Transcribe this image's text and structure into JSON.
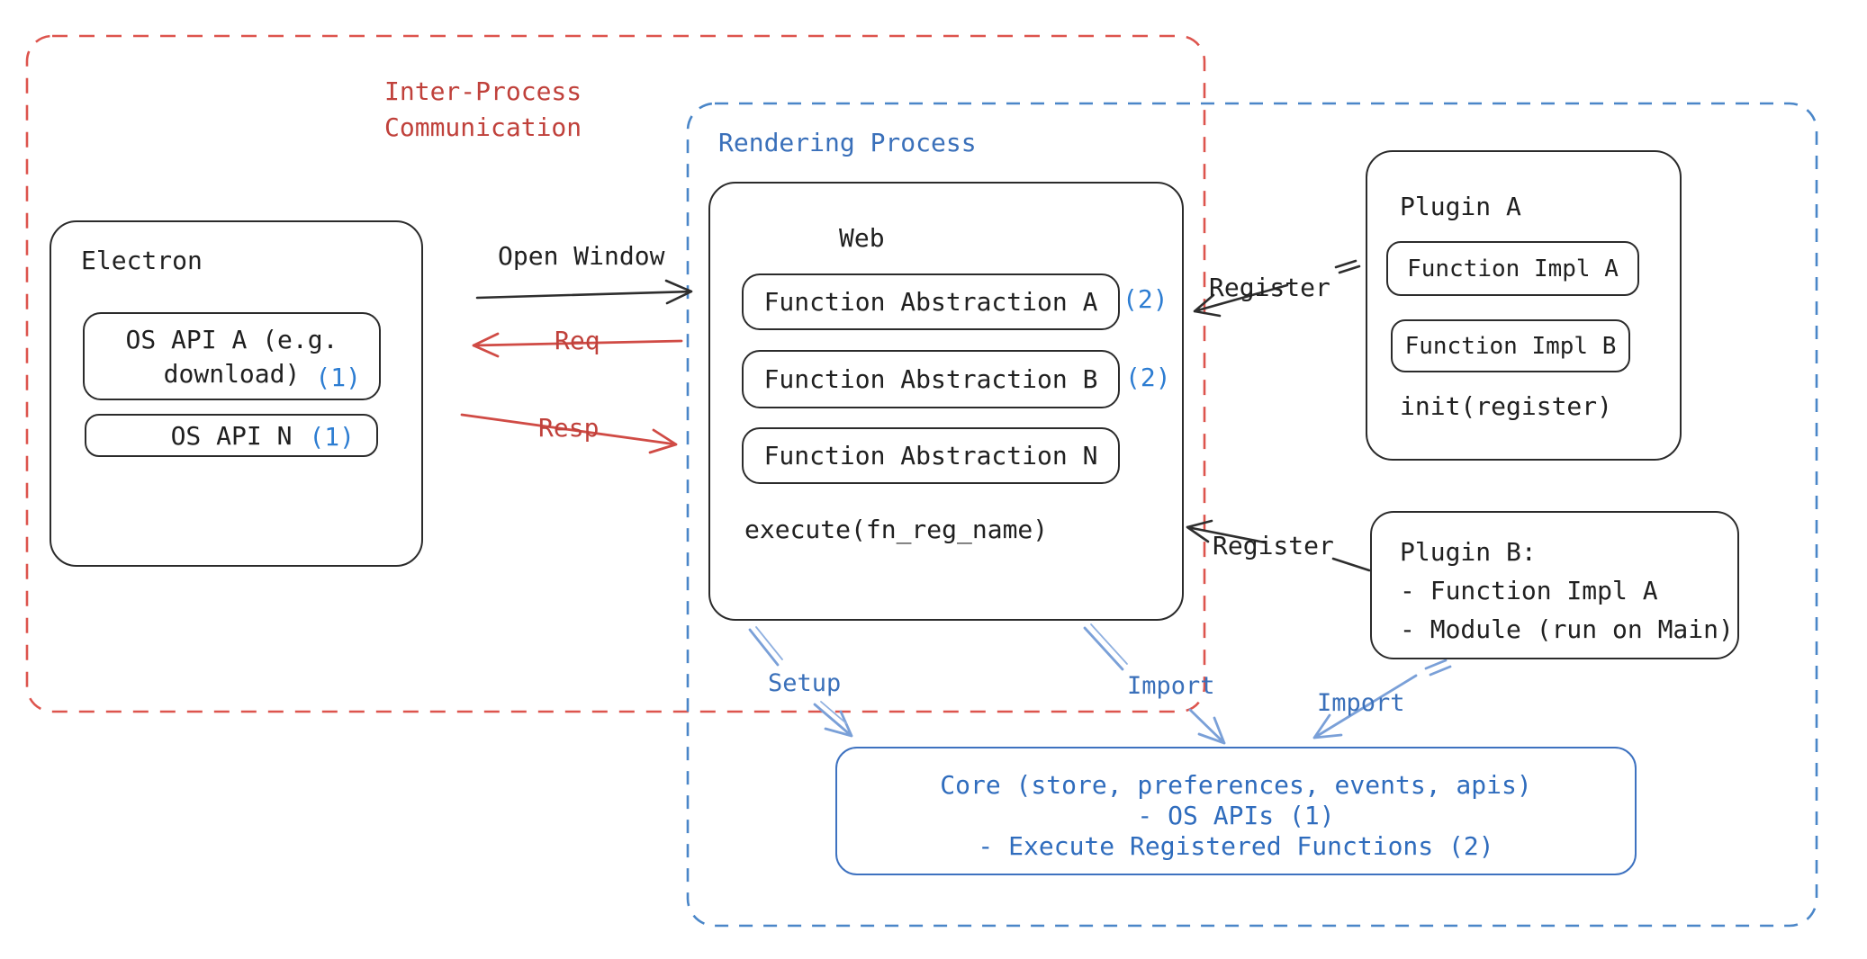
{
  "colors": {
    "region_red": "#dd544d",
    "region_blue": "#4a86c8",
    "title_red": "#c0413b",
    "title_blue": "#3a70ba",
    "badge_blue": "#2d7dd2",
    "arrow_red": "#d04b45",
    "arrow_blue": "#7aa0d8",
    "ink": "#202020",
    "core_border": "#3e72c0",
    "core_text": "#2f6cbd"
  },
  "ipc_region": {
    "title_line1": "Inter-Process",
    "title_line2": "Communication"
  },
  "rendering_region": {
    "title": "Rendering Process"
  },
  "electron": {
    "title": "Electron",
    "os_api_a": {
      "line1": "OS API A (e.g.",
      "line2": "download)",
      "badge": "(1)"
    },
    "os_api_n": {
      "label": "OS API N",
      "badge": "(1)"
    }
  },
  "web": {
    "title": "Web",
    "abstractions": [
      {
        "label": "Function Abstraction A",
        "badge": "(2)"
      },
      {
        "label": "Function Abstraction B",
        "badge": "(2)"
      },
      {
        "label": "Function Abstraction N",
        "badge": ""
      }
    ],
    "execute_label": "execute(fn_reg_name)"
  },
  "plugin_a": {
    "title": "Plugin A",
    "impl_a": "Function Impl A",
    "impl_b": "Function Impl B",
    "init_label": "init(register)"
  },
  "plugin_b": {
    "line1": "Plugin B:",
    "line2": "- Function Impl A",
    "line3": "- Module (run on Main)"
  },
  "core": {
    "line1": "Core (store, preferences, events, apis)",
    "line2": "- OS APIs (1)",
    "line3": "- Execute Registered Functions (2)"
  },
  "labels": {
    "open_window": "Open Window",
    "req": "Req",
    "resp": "Resp",
    "register_top": "Register",
    "register_bottom": "Register",
    "setup": "Setup",
    "import_mid": "Import",
    "import_right": "Import"
  }
}
